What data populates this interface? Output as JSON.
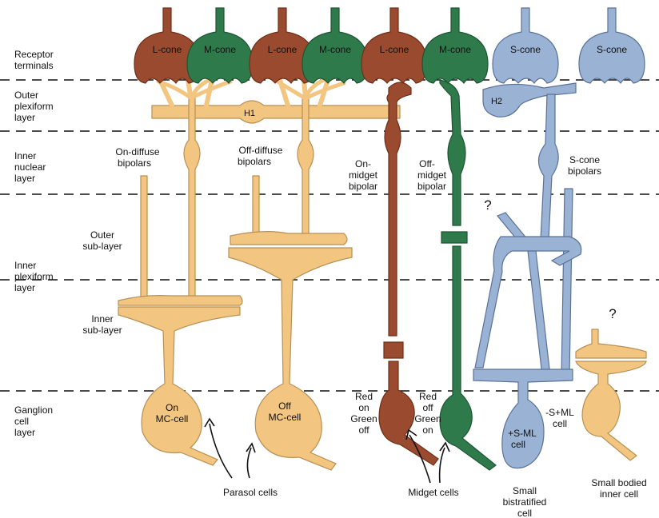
{
  "layers": {
    "receptor_terminals": [
      "Receptor",
      "terminals"
    ],
    "outer_plexiform": [
      "Outer",
      "plexiform",
      "layer"
    ],
    "inner_nuclear": [
      "Inner",
      "nuclear",
      "layer"
    ],
    "outer_sublayer": [
      "Outer",
      "sub-layer"
    ],
    "inner_plexiform": [
      "Inner",
      "plexiform",
      "layer"
    ],
    "inner_sublayer": [
      "Inner",
      "sub-layer"
    ],
    "ganglion": [
      "Ganglion",
      "cell",
      "layer"
    ]
  },
  "cones": {
    "c1": "L-cone",
    "c2": "M-cone",
    "c3": "L-cone",
    "c4": "M-cone",
    "c5": "L-cone",
    "c6": "M-cone",
    "c7": "S-cone",
    "c8": "S-cone"
  },
  "horizontal": {
    "h1": "H1",
    "h2": "H2"
  },
  "bipolars": {
    "on_diffuse": [
      "On-diffuse",
      "bipolars"
    ],
    "off_diffuse": [
      "Off-diffuse",
      "bipolars"
    ],
    "on_midget": [
      "On-",
      "midget",
      "bipolar"
    ],
    "off_midget": [
      "Off-",
      "midget",
      "bipolar"
    ],
    "s_cone": [
      "S-cone",
      "bipolars"
    ]
  },
  "ganglion_cells": {
    "on_mc": [
      "On",
      "MC-cell"
    ],
    "off_mc": [
      "Off",
      "MC-cell"
    ],
    "red_on": [
      "Red",
      "on",
      "Green",
      "off"
    ],
    "red_off": [
      "Red",
      "off",
      "Green",
      "on"
    ],
    "s_ml": [
      "+S-ML",
      "cell"
    ],
    "neg_s_ml": [
      "-S+ML",
      "cell"
    ]
  },
  "question_mark": "?",
  "captions": {
    "parasol": "Parasol cells",
    "midget": "Midget cells",
    "bistratified": [
      "Small",
      "bistratified",
      "cell"
    ],
    "small_bodied": [
      "Small bodied",
      "inner cell"
    ]
  },
  "colors": {
    "diffuse": "#f2c681",
    "diffuse_stroke": "#b89055",
    "l_cone": "#9a4a2e",
    "m_cone": "#2f7a4b",
    "s_cone": "#9ab2d4",
    "s_cone_stroke": "#5a7298"
  }
}
